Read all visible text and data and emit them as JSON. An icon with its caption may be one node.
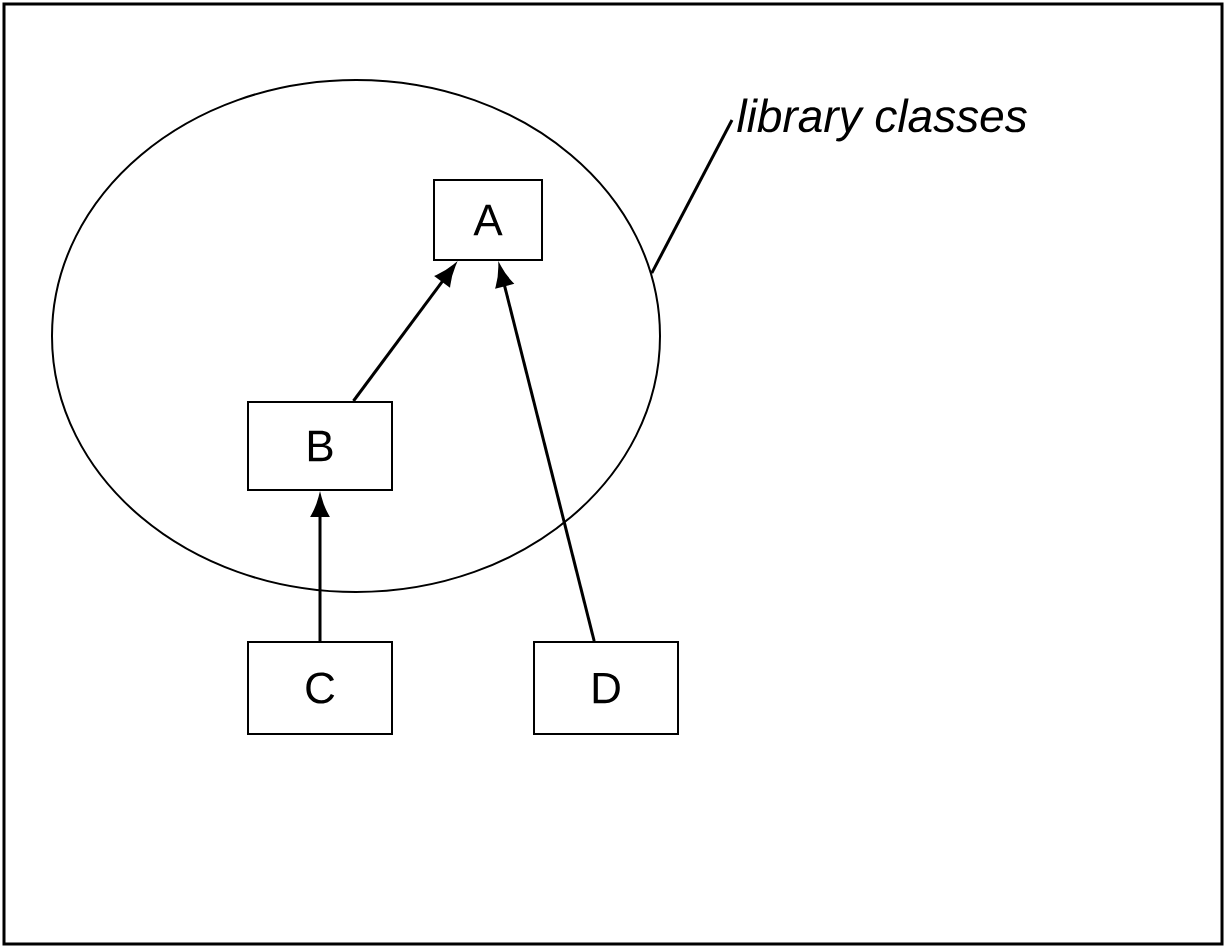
{
  "diagram": {
    "nodes": [
      {
        "text": [],
        "shape": "ellipse"
      },
      {
        "text": [
          "A"
        ],
        "in": 0
      },
      {
        "text": [
          "B"
        ],
        "in": 0
      },
      {
        "text": [
          "C"
        ]
      },
      {
        "text": [
          "D"
        ]
      },
      {
        "text": [
          "library classes"
        ]
      }
    ],
    "edges": [
      {
        "from": 2,
        "to": 1,
        "arrow": "to"
      },
      {
        "from": 4,
        "to": 1,
        "arrow": "to"
      },
      {
        "from": 3,
        "to": 2,
        "arrow": "to"
      },
      {
        "from": 5,
        "to": 0,
        "arrow": "none"
      }
    ]
  }
}
